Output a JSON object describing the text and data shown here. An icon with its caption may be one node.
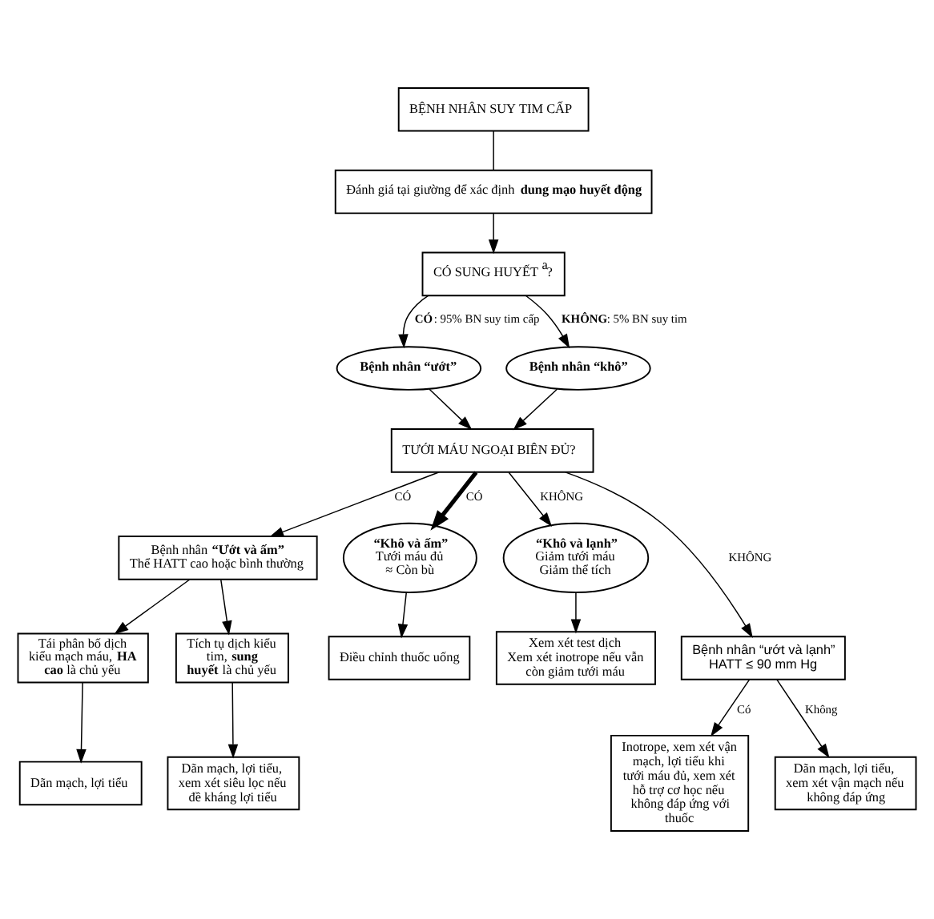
{
  "diagram": {
    "nodes": [
      {
        "text": [
          "BỆNH NHÂN SUY TIM CẤP"
        ]
      },
      {
        "text": [
          "Đánh giá tại giường để xác định **dung mạo huyết động**"
        ]
      },
      {
        "text": [
          "CÓ SUNG HUYẾT$^{a}$?"
        ]
      },
      {
        "text": [
          "**Bệnh nhân “ướt”**"
        ]
      },
      {
        "text": [
          "**Bệnh nhân “khô”**"
        ]
      },
      {
        "text": [
          "TƯỚI MÁU NGOẠI BIÊN ĐỦ?"
        ]
      },
      {
        "text": [
          "Bệnh nhân **“Ướt và ấm”**",
          "Thể HATT cao hoặc bình thường"
        ]
      },
      {
        "text": [
          "**“Khô và ấm”**",
          "Tưới máu đủ",
          "≈ Còn bù"
        ]
      },
      {
        "text": [
          "**“Khô và lạnh”**",
          "Giảm tưới máu",
          "Giảm thể tích"
        ]
      },
      {
        "text": [
          "Tái phân bố dịch kiểu mạch máu, **HA cao** là chủ yếu"
        ]
      },
      {
        "text": [
          "Tích tụ dịch kiểu tim, **sung huyết** là chủ yếu"
        ]
      },
      {
        "text": [
          "Điều chỉnh thuốc uống"
        ]
      },
      {
        "text": [
          "Xem xét test dịch",
          "Xem xét inotrope nếu vẫn còn giảm tưới máu"
        ]
      },
      {
        "text": [
          "Bệnh nhân “ướt và lạnh”",
          "HATT ≤ 90 mm Hg"
        ]
      },
      {
        "text": [
          "Dãn mạch, lợi tiểu"
        ]
      },
      {
        "text": [
          "Dãn mạch, lợi tiểu, xem xét siêu lọc nếu đề kháng lợi tiểu"
        ]
      },
      {
        "text": [
          "Inotrope, xem xét vận mạch, lợi tiểu khi tưới máu đủ, xem xét hỗ trợ cơ học nếu không đáp ứng với thuốc"
        ]
      },
      {
        "text": [
          "Dãn mạch, lợi tiểu, xem xét vận mạch nếu không đáp ứng"
        ]
      }
    ],
    "edges": [
      {
        "from": 0,
        "to": 1,
        "arrow": "none"
      },
      {
        "from": 1,
        "to": 2,
        "arrow": "to"
      },
      {
        "from": 2,
        "to": 3,
        "arrow": "to",
        "label": "**CÓ**: 95% BN suy tim cấp"
      },
      {
        "from": 2,
        "to": 4,
        "arrow": "to",
        "label": "**KHÔNG**: 5% BN suy tim"
      },
      {
        "from": 3,
        "to": 5,
        "arrow": "to"
      },
      {
        "from": 4,
        "to": 5,
        "arrow": "to"
      },
      {
        "from": 5,
        "to": 6,
        "arrow": "to",
        "label": "CÓ"
      },
      {
        "from": 5,
        "to": 13,
        "arrow": "to",
        "label": "KHÔNG"
      },
      {
        "from": 5,
        "to": 7,
        "arrow": "to",
        "label": "CÓ",
        "style": "thick"
      },
      {
        "from": 5,
        "to": 8,
        "arrow": "to",
        "label": "KHÔNG"
      },
      {
        "from": 6,
        "to": 9,
        "arrow": "to"
      },
      {
        "from": 6,
        "to": 10,
        "arrow": "to"
      },
      {
        "from": 7,
        "to": 11,
        "arrow": "to"
      },
      {
        "from": 8,
        "to": 12,
        "arrow": "to"
      },
      {
        "from": 9,
        "to": 14,
        "arrow": "to"
      },
      {
        "from": 10,
        "to": 15,
        "arrow": "to"
      },
      {
        "from": 13,
        "to": 16,
        "arrow": "to",
        "label": "Có"
      },
      {
        "from": 13,
        "to": 17,
        "arrow": "to",
        "label": "Không"
      }
    ]
  }
}
